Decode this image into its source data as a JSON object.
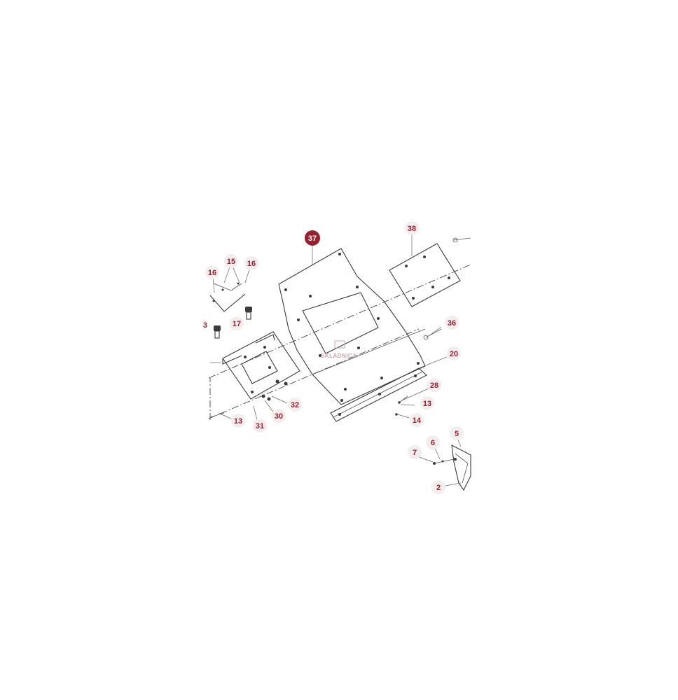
{
  "callouts": {
    "c37": "37",
    "c38": "38",
    "c15": "15",
    "c16a": "16",
    "c16b": "16",
    "c17": "17",
    "c36": "36",
    "c20": "20",
    "c28": "28",
    "c13a": "13",
    "c13b": "13",
    "c14": "14",
    "c32": "32",
    "c30": "30",
    "c31": "31",
    "c5": "5",
    "c6": "6",
    "c7": "7",
    "c2": "2",
    "c3": "3"
  },
  "watermark": {
    "text": "SKLADNICA"
  },
  "colors": {
    "accent": "#9b1f2e",
    "callout_background": "#f3eded",
    "line": "#3a3a3a"
  }
}
